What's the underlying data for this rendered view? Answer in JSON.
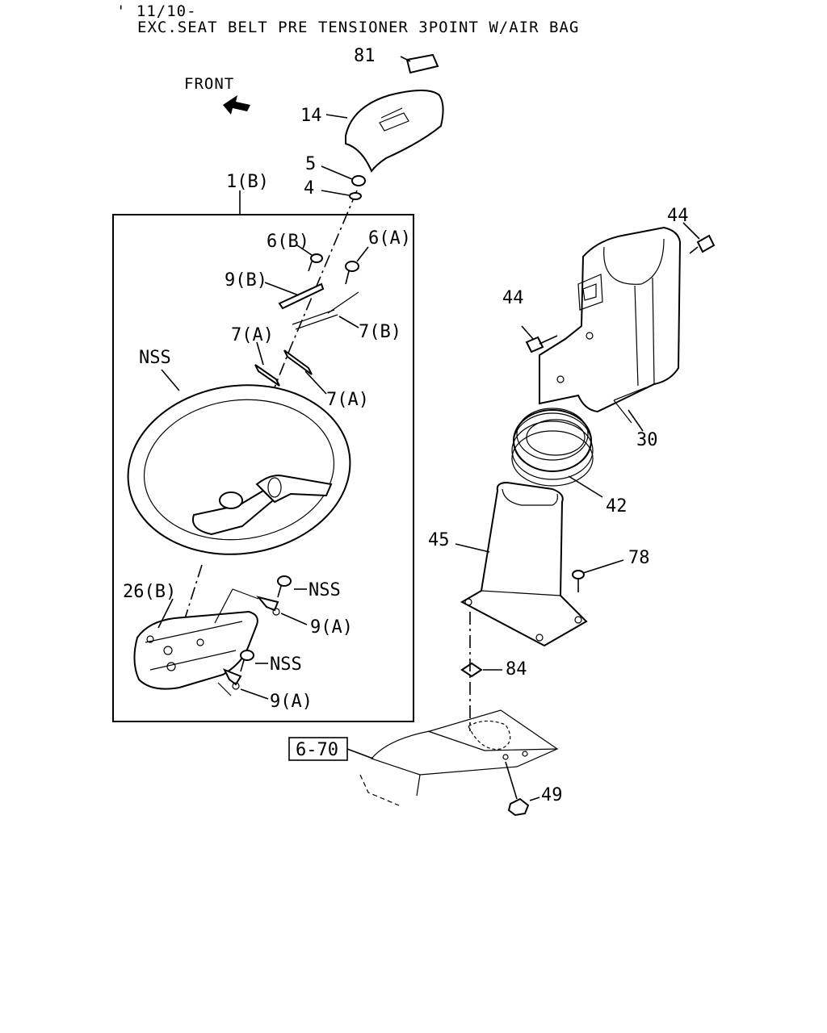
{
  "header": {
    "line1": "' 11/10-",
    "line2": "EXC.SEAT BELT PRE TENSIONER 3POINT W/AIR BAG"
  },
  "front_label": "FRONT",
  "ref_box": "6-70",
  "callouts": {
    "c81": "81",
    "c14": "14",
    "c5": "5",
    "c4": "4",
    "c1b": "1(B)",
    "c6b": "6(B)",
    "c6a": "6(A)",
    "c9b": "9(B)",
    "c7a1": "7(A)",
    "c7b": "7(B)",
    "c7a2": "7(A)",
    "nss1": "NSS",
    "c26b": "26(B)",
    "nss2": "NSS",
    "c9a1": "9(A)",
    "nss3": "NSS",
    "c9a2": "9(A)",
    "c44a": "44",
    "c44b": "44",
    "c30": "30",
    "c42": "42",
    "c45": "45",
    "c78": "78",
    "c84": "84",
    "c49": "49"
  }
}
